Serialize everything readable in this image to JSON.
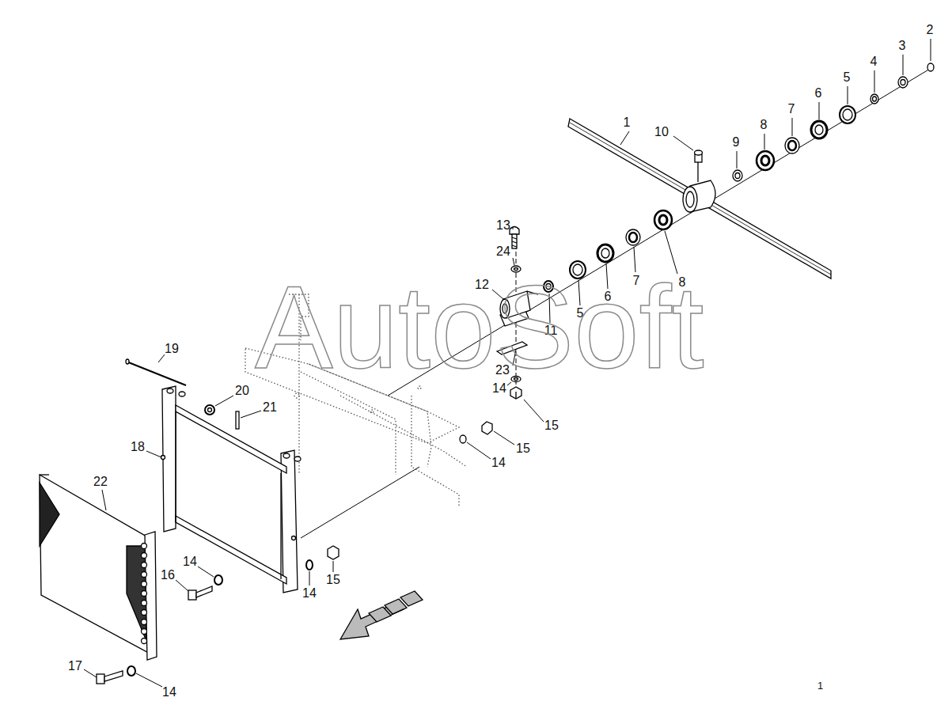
{
  "diagram": {
    "labels": [
      "1",
      "2",
      "3",
      "4",
      "5",
      "6",
      "7",
      "8",
      "9",
      "10",
      "13",
      "24",
      "12",
      "11",
      "5",
      "6",
      "7",
      "8",
      "23",
      "14",
      "15",
      "15",
      "14",
      "19",
      "20",
      "21",
      "18",
      "22",
      "14",
      "16",
      "14",
      "15",
      "17",
      "14",
      "AutoSoft",
      "1"
    ]
  }
}
